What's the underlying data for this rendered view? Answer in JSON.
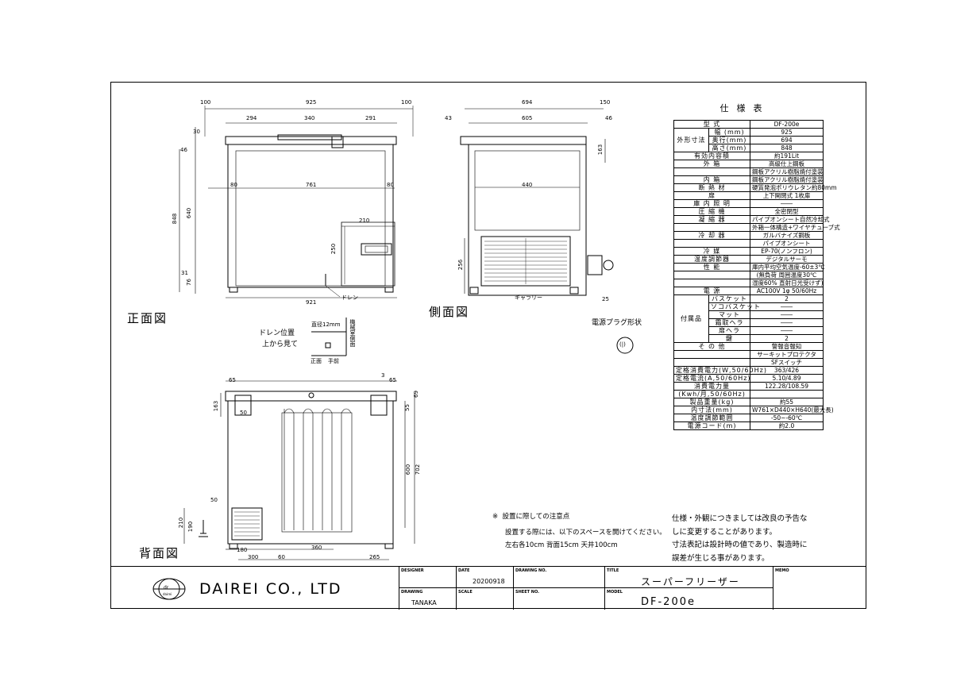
{
  "views": {
    "front": "正面図",
    "side": "側面図",
    "back": "背面図"
  },
  "front_dims": {
    "top_left": "100",
    "width": "925",
    "top_right": "100",
    "d294": "294",
    "d340": "340",
    "d291": "291",
    "h30": "30",
    "h46": "46",
    "h848": "848",
    "h640": "640",
    "h31": "31",
    "h76": "76",
    "d80a": "80",
    "d761": "761",
    "d80b": "80",
    "d210": "210",
    "d250": "250",
    "bottom": "921",
    "drain": "ドレン"
  },
  "side_dims": {
    "width": "694",
    "right": "150",
    "d43": "43",
    "d605": "605",
    "d46": "46",
    "d163": "163",
    "d440": "440",
    "d256": "256",
    "gallery": "ギャラリー",
    "d25": "25"
  },
  "drain_detail": {
    "title": "ドレン位置",
    "sub": "上から見て",
    "dia": "直径12mm",
    "side_face": "機械室側面",
    "front": "正面",
    "hand": "手前"
  },
  "plug": {
    "title": "電源プラグ形状",
    "symbol": "(|)"
  },
  "back_dims": {
    "d65a": "65",
    "d3": "3",
    "d65b": "65",
    "d69": "69",
    "d163": "163",
    "d50a": "50",
    "d55": "55",
    "d600": "600",
    "d702": "702",
    "d50b": "50",
    "d210": "210",
    "d190": "190",
    "d180": "180",
    "d360": "360",
    "d300": "300",
    "d60": "60",
    "d265": "265"
  },
  "spec": {
    "title": "仕様表",
    "rows": [
      {
        "k": "型 式",
        "v": "DF-200e"
      },
      {
        "k1": "外形寸法",
        "k2": "幅 (mm)",
        "v": "925"
      },
      {
        "k2": "奥行(mm)",
        "v": "694"
      },
      {
        "k2": "高さ(mm)",
        "v": "848"
      },
      {
        "k": "有効内容積",
        "v": "約191Lit"
      },
      {
        "k": "外 箱",
        "v": "高級仕上鋼板"
      },
      {
        "k": "",
        "v": "鋼板アクリル樹脂焼付塗装"
      },
      {
        "k": "内 箱",
        "v": "鋼板アクリル樹脂焼付塗装"
      },
      {
        "k": "断 熱 材",
        "v": "硬質発泡ポリウレタン約80mm"
      },
      {
        "k": "扉",
        "v": "上下開閉式 1枚扉"
      },
      {
        "k": "庫 内 照 明",
        "v": "――"
      },
      {
        "k": "圧 縮 機",
        "v": "全密閉型"
      },
      {
        "k": "凝 縮 器",
        "v": "パイプオンシート自然冷却式"
      },
      {
        "k": "",
        "v": "外箱一体構造+ワイヤチューブ式"
      },
      {
        "k": "冷 却 器",
        "v": "ガルバナイズ鋼板"
      },
      {
        "k": "",
        "v": "パイプオンシート"
      },
      {
        "k": "冷 媒",
        "v": "EP-70(ノンフロン)"
      },
      {
        "k": "温度調節器",
        "v": "デジタルサーモ"
      },
      {
        "k": "性 能",
        "v": "庫内平均空気温度-60±3℃"
      },
      {
        "k": "",
        "v": "(無負荷 周囲温度30℃"
      },
      {
        "k": "",
        "v": "湿度60% 直射日光受けず)"
      },
      {
        "k": "電 源",
        "v": "AC100V 1φ 50/60Hz"
      },
      {
        "k1": "付属品",
        "k2": "バスケット",
        "v": "2"
      },
      {
        "k2": "ソコバスケット",
        "v": "――"
      },
      {
        "k2": "マット",
        "v": "――"
      },
      {
        "k2": "霜取ヘラ",
        "v": "――"
      },
      {
        "k2": "扉ヘラ",
        "v": "――"
      },
      {
        "k2": "鍵",
        "v": "2"
      },
      {
        "k": "そ の 他",
        "v": "警報音報知"
      },
      {
        "k": "",
        "v": "サーキットプロテクタ"
      },
      {
        "k": "",
        "v": "SFスイッチ"
      },
      {
        "k": "定格消費電力(W,50/60Hz)",
        "v": "363/426"
      },
      {
        "k": "定格電流(A,50/60Hz)",
        "v": "5.10/4.89"
      },
      {
        "k": "消費電力量",
        "v": "122.28/108.59"
      },
      {
        "k": "(Kwh/月,50/60Hz)",
        "v": ""
      },
      {
        "k": "製品重量(kg)",
        "v": "約55"
      },
      {
        "k": "内寸法(mm)",
        "v": "W761×D440×H640(最大長)"
      },
      {
        "k": "温度調節範囲",
        "v": "-50~-60℃"
      },
      {
        "k": "電源コード(m)",
        "v": "約2.0"
      }
    ]
  },
  "caution": {
    "mark": "※",
    "title": "設置に際しての注意点",
    "line1": "設置する際には、以下のスペースを開けてください。",
    "line2": "左右各10cm 背面15cm 天井100cm"
  },
  "notes": {
    "line1": "仕様・外観につきましては改良の予告な",
    "line2": "しに変更することがあります。",
    "line3": "寸法表記は設計時の値であり、製造時に",
    "line4": "誤差が生じる事があります。"
  },
  "title_block": {
    "company": "DAIREI CO., LTD",
    "logo_text": "dr",
    "logo_sub": "dairei",
    "designer_cap": "DESIGNER",
    "designer": "",
    "date_cap": "DATE",
    "date": "20200918",
    "drawing_no_cap": "DRAWING NO.",
    "drawing_no": "",
    "title_cap": "TITLE",
    "title": "スーパーフリーザー",
    "memo_cap": "MEMO",
    "drawing_cap": "DRAWING",
    "drawing": "TANAKA",
    "scale_cap": "SCALE",
    "scale": "",
    "sheet_cap": "SHEET NO.",
    "sheet": "",
    "model_cap": "MODEL",
    "model": "DF-200e"
  }
}
